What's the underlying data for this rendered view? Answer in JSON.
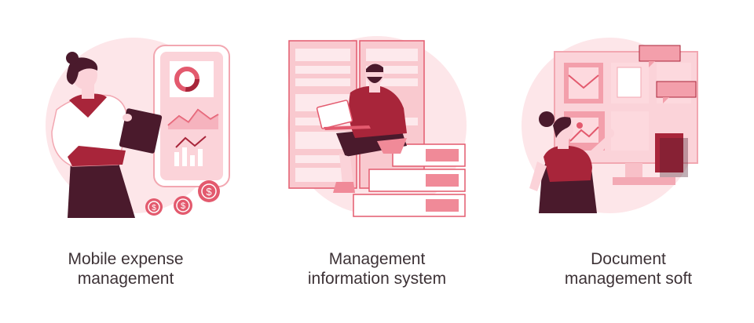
{
  "colors": {
    "accent": "#e35a6e",
    "dark": "#4a1a2c",
    "deep_red": "#a8253a",
    "pink": "#f6b8c0",
    "light_pink": "#fce3e6",
    "text": "#3d3236"
  },
  "illustrations": [
    {
      "id": "mobile-expense",
      "caption_line1": "Mobile expense",
      "caption_line2": "management",
      "icons": [
        "donut-chart-icon",
        "line-graph-icon",
        "bar-chart-icon",
        "dollar-coin-icon"
      ],
      "coin_symbol": "$"
    },
    {
      "id": "mis",
      "caption_line1": "Management",
      "caption_line2": "information system",
      "icons": [
        "server-rack-icon",
        "laptop-icon",
        "database-drawer-icon"
      ]
    },
    {
      "id": "document-management",
      "caption_line1": "Document",
      "caption_line2": "management soft",
      "icons": [
        "document-icon",
        "envelope-icon",
        "image-icon",
        "chat-bubble-icon",
        "folder-icon"
      ]
    }
  ]
}
